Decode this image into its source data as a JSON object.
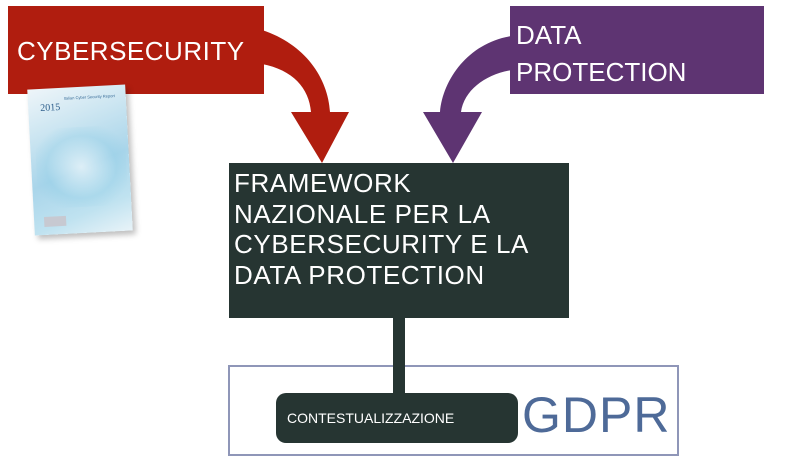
{
  "diagram": {
    "inputs": {
      "cybersecurity": {
        "label": "CYBERSECURITY",
        "color": "#b01d0f"
      },
      "data_protection": {
        "label_lines": [
          "DATA",
          "PROTECTION"
        ],
        "color": "#5e3472"
      }
    },
    "report_thumbnail": {
      "year": "2015",
      "title": "Italian Cyber Security Report"
    },
    "framework": {
      "lines": [
        "FRAMEWORK",
        "NAZIONALE PER LA",
        "CYBERSECURITY E LA",
        "DATA PROTECTION"
      ],
      "color": "#263532"
    },
    "gdpr": {
      "label": "GDPR",
      "color": "#4e6a98",
      "context": {
        "label": "CONTESTUALIZZAZIONE"
      }
    }
  }
}
